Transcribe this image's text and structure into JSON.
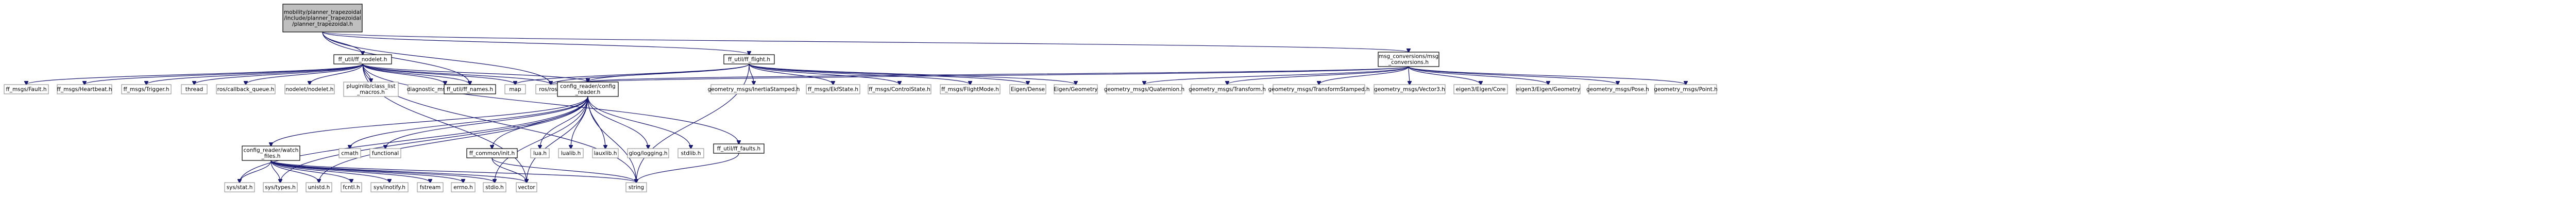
{
  "nodes": [
    {
      "id": "root",
      "lines": [
        "mobility/planner_trapezoidal",
        "/include/planner_trapezoidal",
        "/planner_trapezoidal.h"
      ],
      "style": "root",
      "link": false
    },
    {
      "id": "ff_nodelet",
      "lines": [
        "ff_util/ff_nodelet.h"
      ],
      "style": "linked",
      "link": true
    },
    {
      "id": "ff_flight",
      "lines": [
        "ff_util/ff_flight.h"
      ],
      "style": "linked",
      "link": true
    },
    {
      "id": "msg_conv",
      "lines": [
        "msg_conversions/msg",
        "_conversions.h"
      ],
      "style": "linked",
      "link": true
    },
    {
      "id": "fault_msg",
      "lines": [
        "ff_msgs/Fault.h"
      ],
      "style": "plain",
      "link": false
    },
    {
      "id": "heartbeat",
      "lines": [
        "ff_msgs/Heartbeat.h"
      ],
      "style": "plain",
      "link": false
    },
    {
      "id": "trigger",
      "lines": [
        "ff_msgs/Trigger.h"
      ],
      "style": "plain",
      "link": false
    },
    {
      "id": "thread",
      "lines": [
        "thread"
      ],
      "style": "plain",
      "link": false
    },
    {
      "id": "callback",
      "lines": [
        "ros/callback_queue.h"
      ],
      "style": "plain",
      "link": false
    },
    {
      "id": "nodelet",
      "lines": [
        "nodelet/nodelet.h"
      ],
      "style": "plain",
      "link": false
    },
    {
      "id": "pluginlib",
      "lines": [
        "pluginlib/class_list",
        "_macros.h"
      ],
      "style": "plain",
      "link": false
    },
    {
      "id": "diag",
      "lines": [
        "diagnostic_msgs/KeyValue.h"
      ],
      "style": "plain",
      "link": false
    },
    {
      "id": "ff_names",
      "lines": [
        "ff_util/ff_names.h"
      ],
      "style": "linked",
      "link": true
    },
    {
      "id": "map",
      "lines": [
        "map"
      ],
      "style": "plain",
      "link": false
    },
    {
      "id": "rosh",
      "lines": [
        "ros/ros.h"
      ],
      "style": "plain",
      "link": false
    },
    {
      "id": "config_reader",
      "lines": [
        "config_reader/config",
        "_reader.h"
      ],
      "style": "linked",
      "link": true
    },
    {
      "id": "inertia",
      "lines": [
        "geometry_msgs/InertiaStamped.h"
      ],
      "style": "plain",
      "link": false
    },
    {
      "id": "ekf",
      "lines": [
        "ff_msgs/EkfState.h"
      ],
      "style": "plain",
      "link": false
    },
    {
      "id": "ctrlstate",
      "lines": [
        "ff_msgs/ControlState.h"
      ],
      "style": "plain",
      "link": false
    },
    {
      "id": "flightmode",
      "lines": [
        "ff_msgs/FlightMode.h"
      ],
      "style": "plain",
      "link": false
    },
    {
      "id": "eigen_dense",
      "lines": [
        "Eigen/Dense"
      ],
      "style": "plain",
      "link": false
    },
    {
      "id": "eigen_geom",
      "lines": [
        "Eigen/Geometry"
      ],
      "style": "plain",
      "link": false
    },
    {
      "id": "quat",
      "lines": [
        "geometry_msgs/Quaternion.h"
      ],
      "style": "plain",
      "link": false
    },
    {
      "id": "transform",
      "lines": [
        "geometry_msgs/Transform.h"
      ],
      "style": "plain",
      "link": false
    },
    {
      "id": "tfstamped",
      "lines": [
        "geometry_msgs/TransformStamped.h"
      ],
      "style": "plain",
      "link": false
    },
    {
      "id": "vector3",
      "lines": [
        "geometry_msgs/Vector3.h"
      ],
      "style": "plain",
      "link": false
    },
    {
      "id": "eigencore",
      "lines": [
        "eigen3/Eigen/Core"
      ],
      "style": "plain",
      "link": false
    },
    {
      "id": "eigengeom3",
      "lines": [
        "eigen3/Eigen/Geometry"
      ],
      "style": "plain",
      "link": false
    },
    {
      "id": "pose",
      "lines": [
        "geometry_msgs/Pose.h"
      ],
      "style": "plain",
      "link": false
    },
    {
      "id": "point",
      "lines": [
        "geometry_msgs/Point.h"
      ],
      "style": "plain",
      "link": false
    },
    {
      "id": "watch",
      "lines": [
        "config_reader/watch",
        "_files.h"
      ],
      "style": "linked",
      "link": true
    },
    {
      "id": "cmath",
      "lines": [
        "cmath"
      ],
      "style": "plain",
      "link": false
    },
    {
      "id": "functional",
      "lines": [
        "functional"
      ],
      "style": "plain",
      "link": false
    },
    {
      "id": "commonutil",
      "lines": [
        "ff_common/init.h"
      ],
      "style": "linked",
      "link": true
    },
    {
      "id": "luah",
      "lines": [
        "lua.h"
      ],
      "style": "plain",
      "link": false
    },
    {
      "id": "lualib",
      "lines": [
        "lualib.h"
      ],
      "style": "plain",
      "link": false
    },
    {
      "id": "lauxlib",
      "lines": [
        "lauxlib.h"
      ],
      "style": "plain",
      "link": false
    },
    {
      "id": "glog",
      "lines": [
        "glog/logging.h"
      ],
      "style": "plain",
      "link": false
    },
    {
      "id": "stdlib",
      "lines": [
        "stdlib.h"
      ],
      "style": "plain",
      "link": false
    },
    {
      "id": "ff_faults",
      "lines": [
        "ff_util/ff_faults.h"
      ],
      "style": "linked",
      "link": true
    },
    {
      "id": "sysstat",
      "lines": [
        "sys/stat.h"
      ],
      "style": "plain",
      "link": false
    },
    {
      "id": "systypes",
      "lines": [
        "sys/types.h"
      ],
      "style": "plain",
      "link": false
    },
    {
      "id": "unistd",
      "lines": [
        "unistd.h"
      ],
      "style": "plain",
      "link": false
    },
    {
      "id": "fcntl",
      "lines": [
        "fcntl.h"
      ],
      "style": "plain",
      "link": false
    },
    {
      "id": "inotify",
      "lines": [
        "sys/inotify.h"
      ],
      "style": "plain",
      "link": false
    },
    {
      "id": "fstream",
      "lines": [
        "fstream"
      ],
      "style": "plain",
      "link": false
    },
    {
      "id": "errno",
      "lines": [
        "errno.h"
      ],
      "style": "plain",
      "link": false
    },
    {
      "id": "stdio",
      "lines": [
        "stdio.h"
      ],
      "style": "plain",
      "link": false
    },
    {
      "id": "vector",
      "lines": [
        "vector"
      ],
      "style": "plain",
      "link": false
    },
    {
      "id": "string",
      "lines": [
        "string"
      ],
      "style": "plain",
      "link": false
    }
  ],
  "edges": [
    [
      "root",
      "ff_nodelet"
    ],
    [
      "root",
      "ff_flight"
    ],
    [
      "root",
      "msg_conv"
    ],
    [
      "root",
      "ff_names"
    ],
    [
      "root",
      "rosh"
    ],
    [
      "ff_nodelet",
      "fault_msg"
    ],
    [
      "ff_nodelet",
      "heartbeat"
    ],
    [
      "ff_nodelet",
      "trigger"
    ],
    [
      "ff_nodelet",
      "thread"
    ],
    [
      "ff_nodelet",
      "callback"
    ],
    [
      "ff_nodelet",
      "nodelet"
    ],
    [
      "ff_nodelet",
      "pluginlib"
    ],
    [
      "ff_nodelet",
      "diag"
    ],
    [
      "ff_nodelet",
      "ff_names"
    ],
    [
      "ff_nodelet",
      "map"
    ],
    [
      "ff_nodelet",
      "rosh"
    ],
    [
      "ff_nodelet",
      "config_reader"
    ],
    [
      "ff_nodelet",
      "vector"
    ],
    [
      "ff_nodelet",
      "string"
    ],
    [
      "ff_nodelet",
      "ff_faults"
    ],
    [
      "ff_flight",
      "rosh"
    ],
    [
      "ff_flight",
      "map"
    ],
    [
      "ff_flight",
      "config_reader"
    ],
    [
      "ff_flight",
      "inertia"
    ],
    [
      "ff_flight",
      "ekf"
    ],
    [
      "ff_flight",
      "ctrlstate"
    ],
    [
      "ff_flight",
      "flightmode"
    ],
    [
      "ff_flight",
      "eigen_dense"
    ],
    [
      "ff_flight",
      "eigen_geom"
    ],
    [
      "ff_flight",
      "string"
    ],
    [
      "msg_conv",
      "rosh"
    ],
    [
      "msg_conv",
      "config_reader"
    ],
    [
      "msg_conv",
      "quat"
    ],
    [
      "msg_conv",
      "transform"
    ],
    [
      "msg_conv",
      "tfstamped"
    ],
    [
      "msg_conv",
      "vector3"
    ],
    [
      "msg_conv",
      "eigencore"
    ],
    [
      "msg_conv",
      "eigengeom3"
    ],
    [
      "msg_conv",
      "pose"
    ],
    [
      "msg_conv",
      "point"
    ],
    [
      "config_reader",
      "watch"
    ],
    [
      "config_reader",
      "cmath"
    ],
    [
      "config_reader",
      "functional"
    ],
    [
      "config_reader",
      "commonutil"
    ],
    [
      "config_reader",
      "luah"
    ],
    [
      "config_reader",
      "lualib"
    ],
    [
      "config_reader",
      "lauxlib"
    ],
    [
      "config_reader",
      "glog"
    ],
    [
      "config_reader",
      "stdlib"
    ],
    [
      "config_reader",
      "sysstat"
    ],
    [
      "config_reader",
      "systypes"
    ],
    [
      "config_reader",
      "unistd"
    ],
    [
      "config_reader",
      "vector"
    ],
    [
      "config_reader",
      "string"
    ],
    [
      "config_reader",
      "stdio"
    ],
    [
      "watch",
      "sysstat"
    ],
    [
      "watch",
      "systypes"
    ],
    [
      "watch",
      "unistd"
    ],
    [
      "watch",
      "fcntl"
    ],
    [
      "watch",
      "inotify"
    ],
    [
      "watch",
      "fstream"
    ],
    [
      "watch",
      "errno"
    ],
    [
      "watch",
      "stdio"
    ],
    [
      "watch",
      "vector"
    ],
    [
      "watch",
      "string"
    ],
    [
      "commonutil",
      "string"
    ],
    [
      "commonutil",
      "vector"
    ],
    [
      "ff_faults",
      "string"
    ]
  ],
  "colors": {
    "edge": "#191970",
    "root_fill": "#bfbfbf",
    "node_border": "#999999",
    "linked_border": "#000000"
  }
}
